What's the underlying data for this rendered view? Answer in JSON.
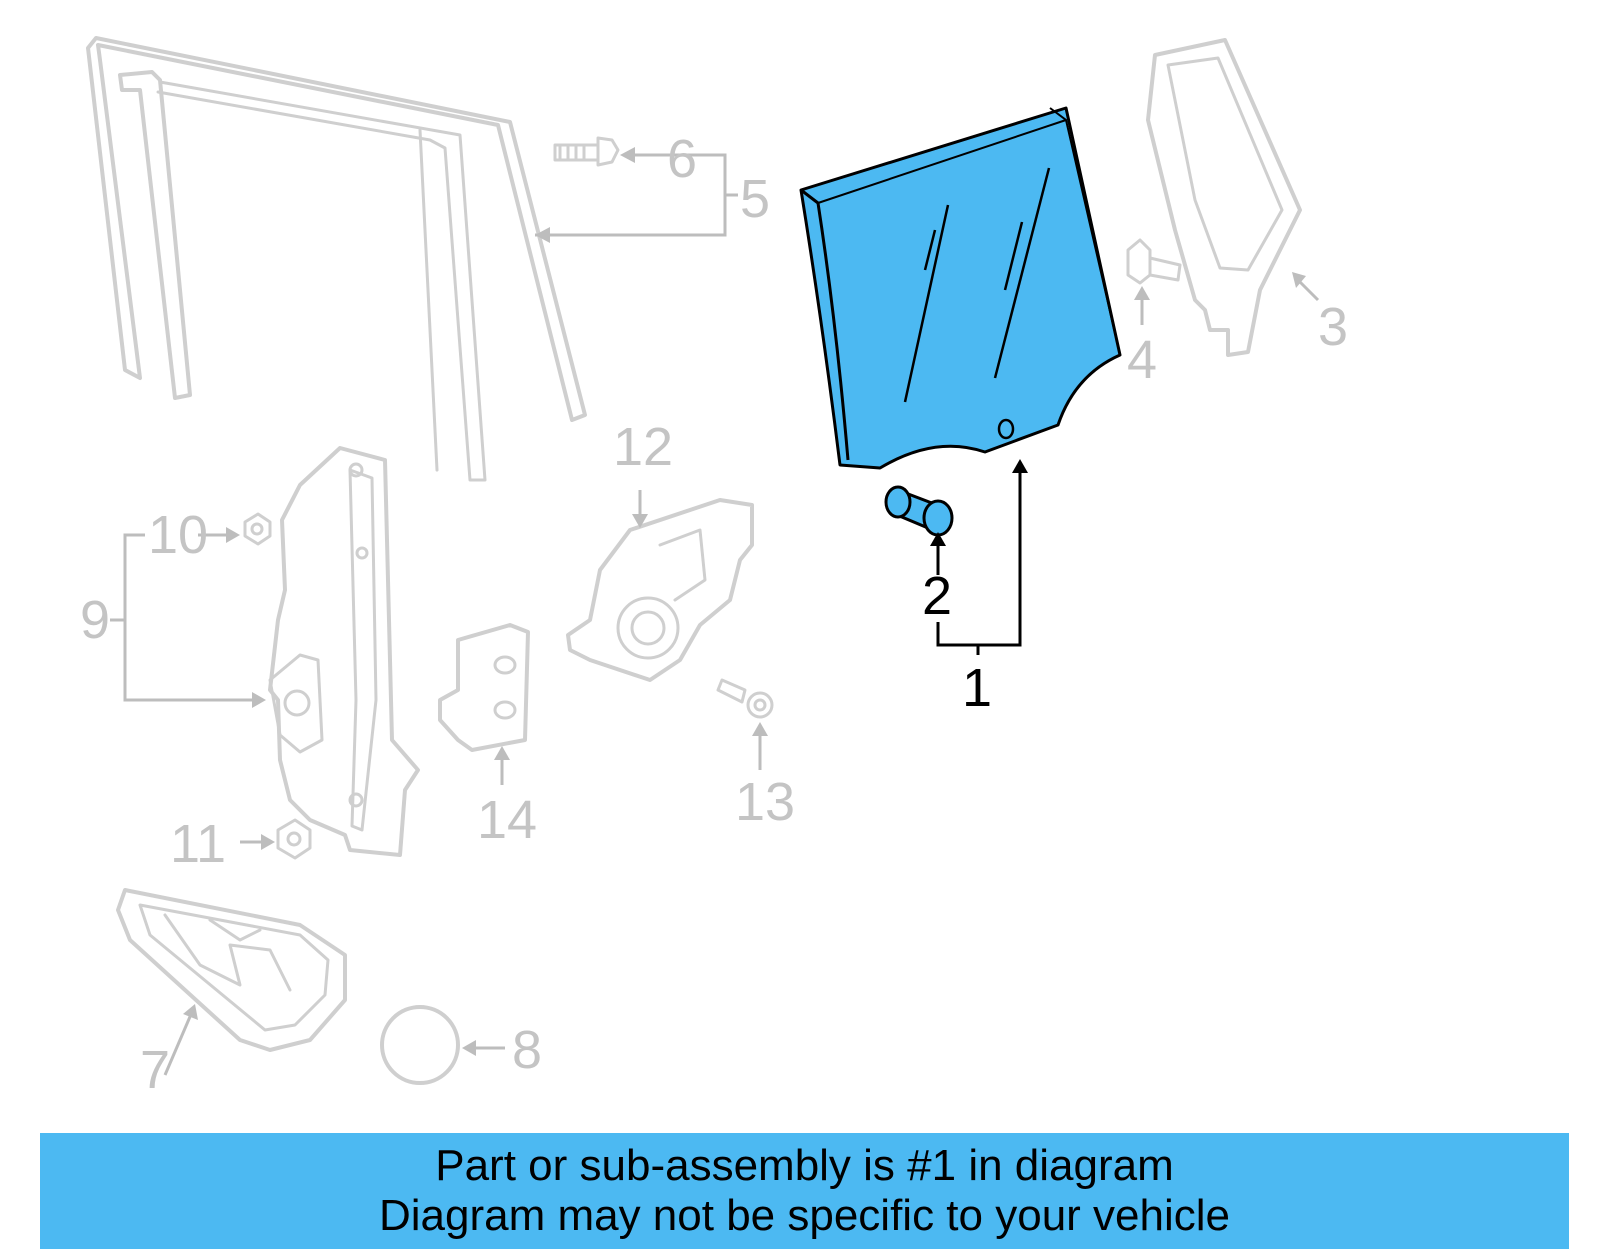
{
  "callouts": {
    "c1": "1",
    "c2": "2",
    "c3": "3",
    "c4": "4",
    "c5": "5",
    "c6": "6",
    "c7": "7",
    "c8": "8",
    "c9": "9",
    "c10": "10",
    "c11": "11",
    "c12": "12",
    "c13": "13",
    "c14": "14"
  },
  "banner": {
    "line1": "Part or sub-assembly is #1 in diagram",
    "line2": "Diagram may not be specific to your vehicle"
  },
  "colors": {
    "highlight": "#4cb9f2",
    "ghost": "#cfcfcf",
    "banner": "#4cb9f2"
  },
  "highlighted_part": "1"
}
